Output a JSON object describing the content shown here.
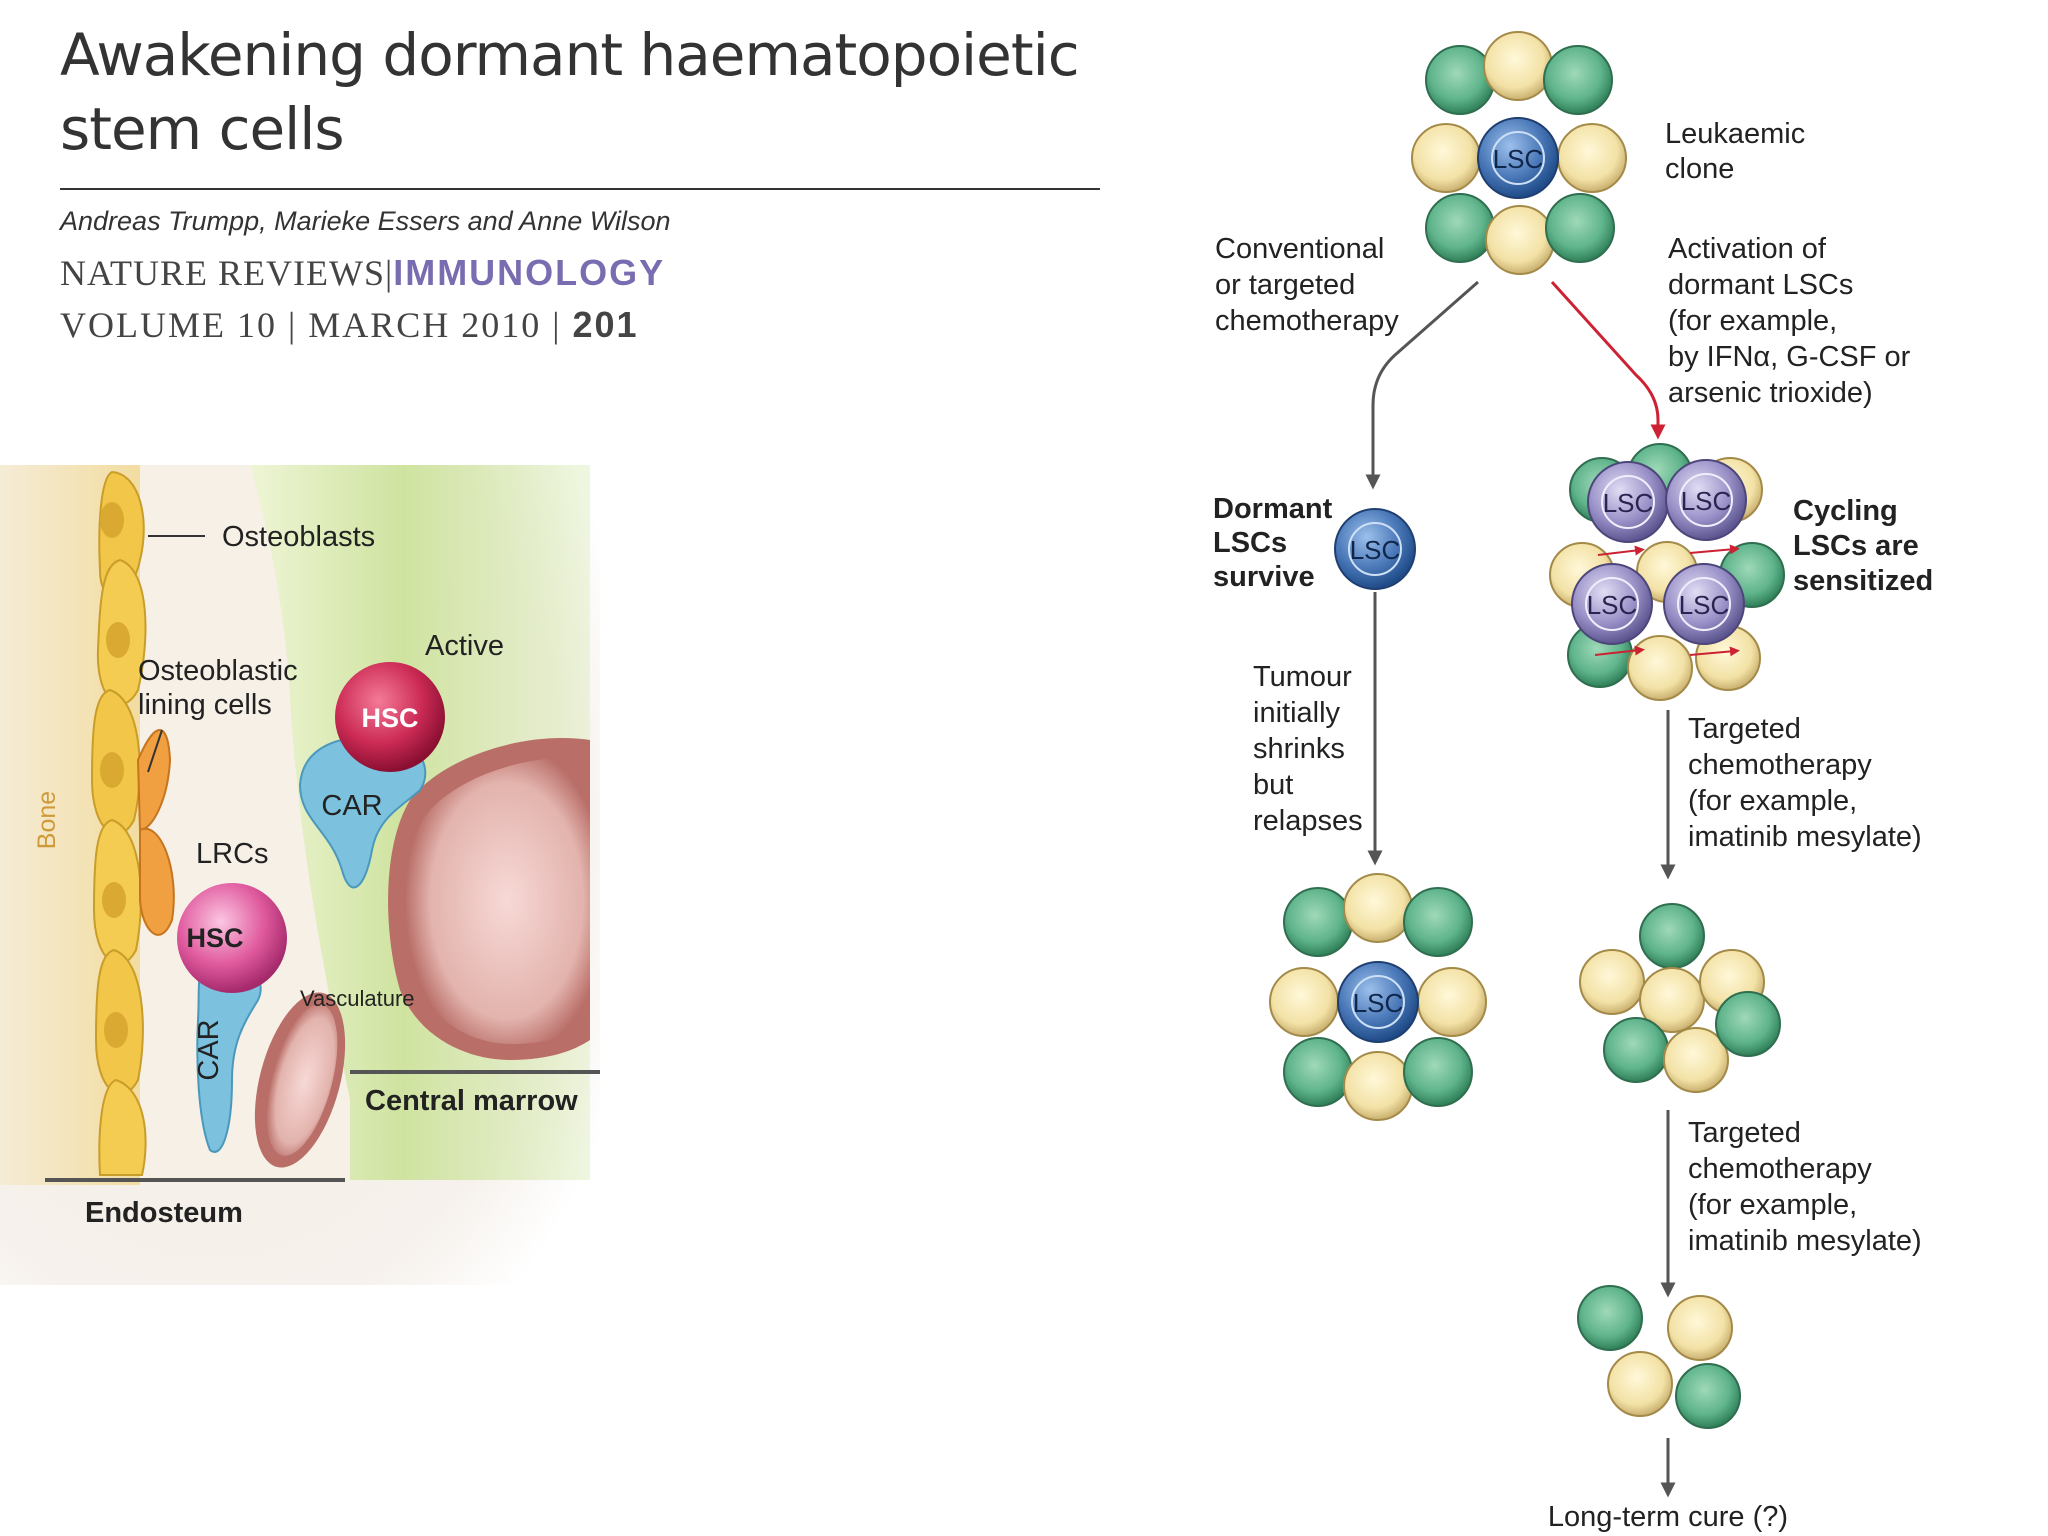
{
  "header": {
    "title_line1": "Awakening dormant haematopoietic",
    "title_line2": "stem cells",
    "authors": "Andreas Trumpp, Marieke Essers and Anne Wilson",
    "journal_main": "NATURE REVIEWS",
    "journal_sep": "|",
    "journal_sub": "IMMUNOLOGY",
    "volume_text": "VOLUME 10 | MARCH 2010 |",
    "page": "201"
  },
  "niche": {
    "bone": "Bone",
    "osteoblasts": "Osteoblasts",
    "lining_1": "Osteoblastic",
    "lining_2": "lining cells",
    "active": "Active",
    "hsc_active": "HSC",
    "car_upper": "CAR",
    "lrcs": "LRCs",
    "hsc_lrc": "HSC",
    "car_lower": "CAR",
    "vasculature": "Vasculature",
    "central_marrow": "Central marrow",
    "endosteum": "Endosteum"
  },
  "flow": {
    "lsc": "LSC",
    "leukaemic_1": "Leukaemic",
    "leukaemic_2": "clone",
    "conv_1": "Conventional",
    "conv_2": "or targeted",
    "conv_3": "chemotherapy",
    "act_1": "Activation of",
    "act_2": "dormant LSCs",
    "act_3": "(for example,",
    "act_4": "by IFNα, G-CSF or",
    "act_5": "arsenic trioxide)",
    "dormant_1": "Dormant",
    "dormant_2": "LSCs",
    "dormant_3": "survive",
    "cycling_1": "Cycling",
    "cycling_2": "LSCs are",
    "cycling_3": "sensitized",
    "tumour_1": "Tumour",
    "tumour_2": "initially",
    "tumour_3": "shrinks",
    "tumour_4": "but",
    "tumour_5": "relapses",
    "targ1_1": "Targeted",
    "targ1_2": "chemotherapy",
    "targ1_3": "(for example,",
    "targ1_4": "imatinib mesylate)",
    "targ2_1": "Targeted",
    "targ2_2": "chemotherapy",
    "targ2_3": "(for example,",
    "targ2_4": "imatinib mesylate)",
    "cure": "Long-term cure (?)"
  },
  "colors": {
    "green_cell": "#5fb48c",
    "cream_cell": "#f3e2a6",
    "lsc_blue": "#4a78b8",
    "lsc_purple": "#9a92c8",
    "hsc_red": "#cc2b55",
    "hsc_pink": "#e05a9e",
    "car_blue": "#7cc1de",
    "bone_yellow": "#f3c94a",
    "arrow_red": "#cc2233",
    "arrow_grey": "#555555",
    "immunology_purple": "#7a6cb0"
  }
}
